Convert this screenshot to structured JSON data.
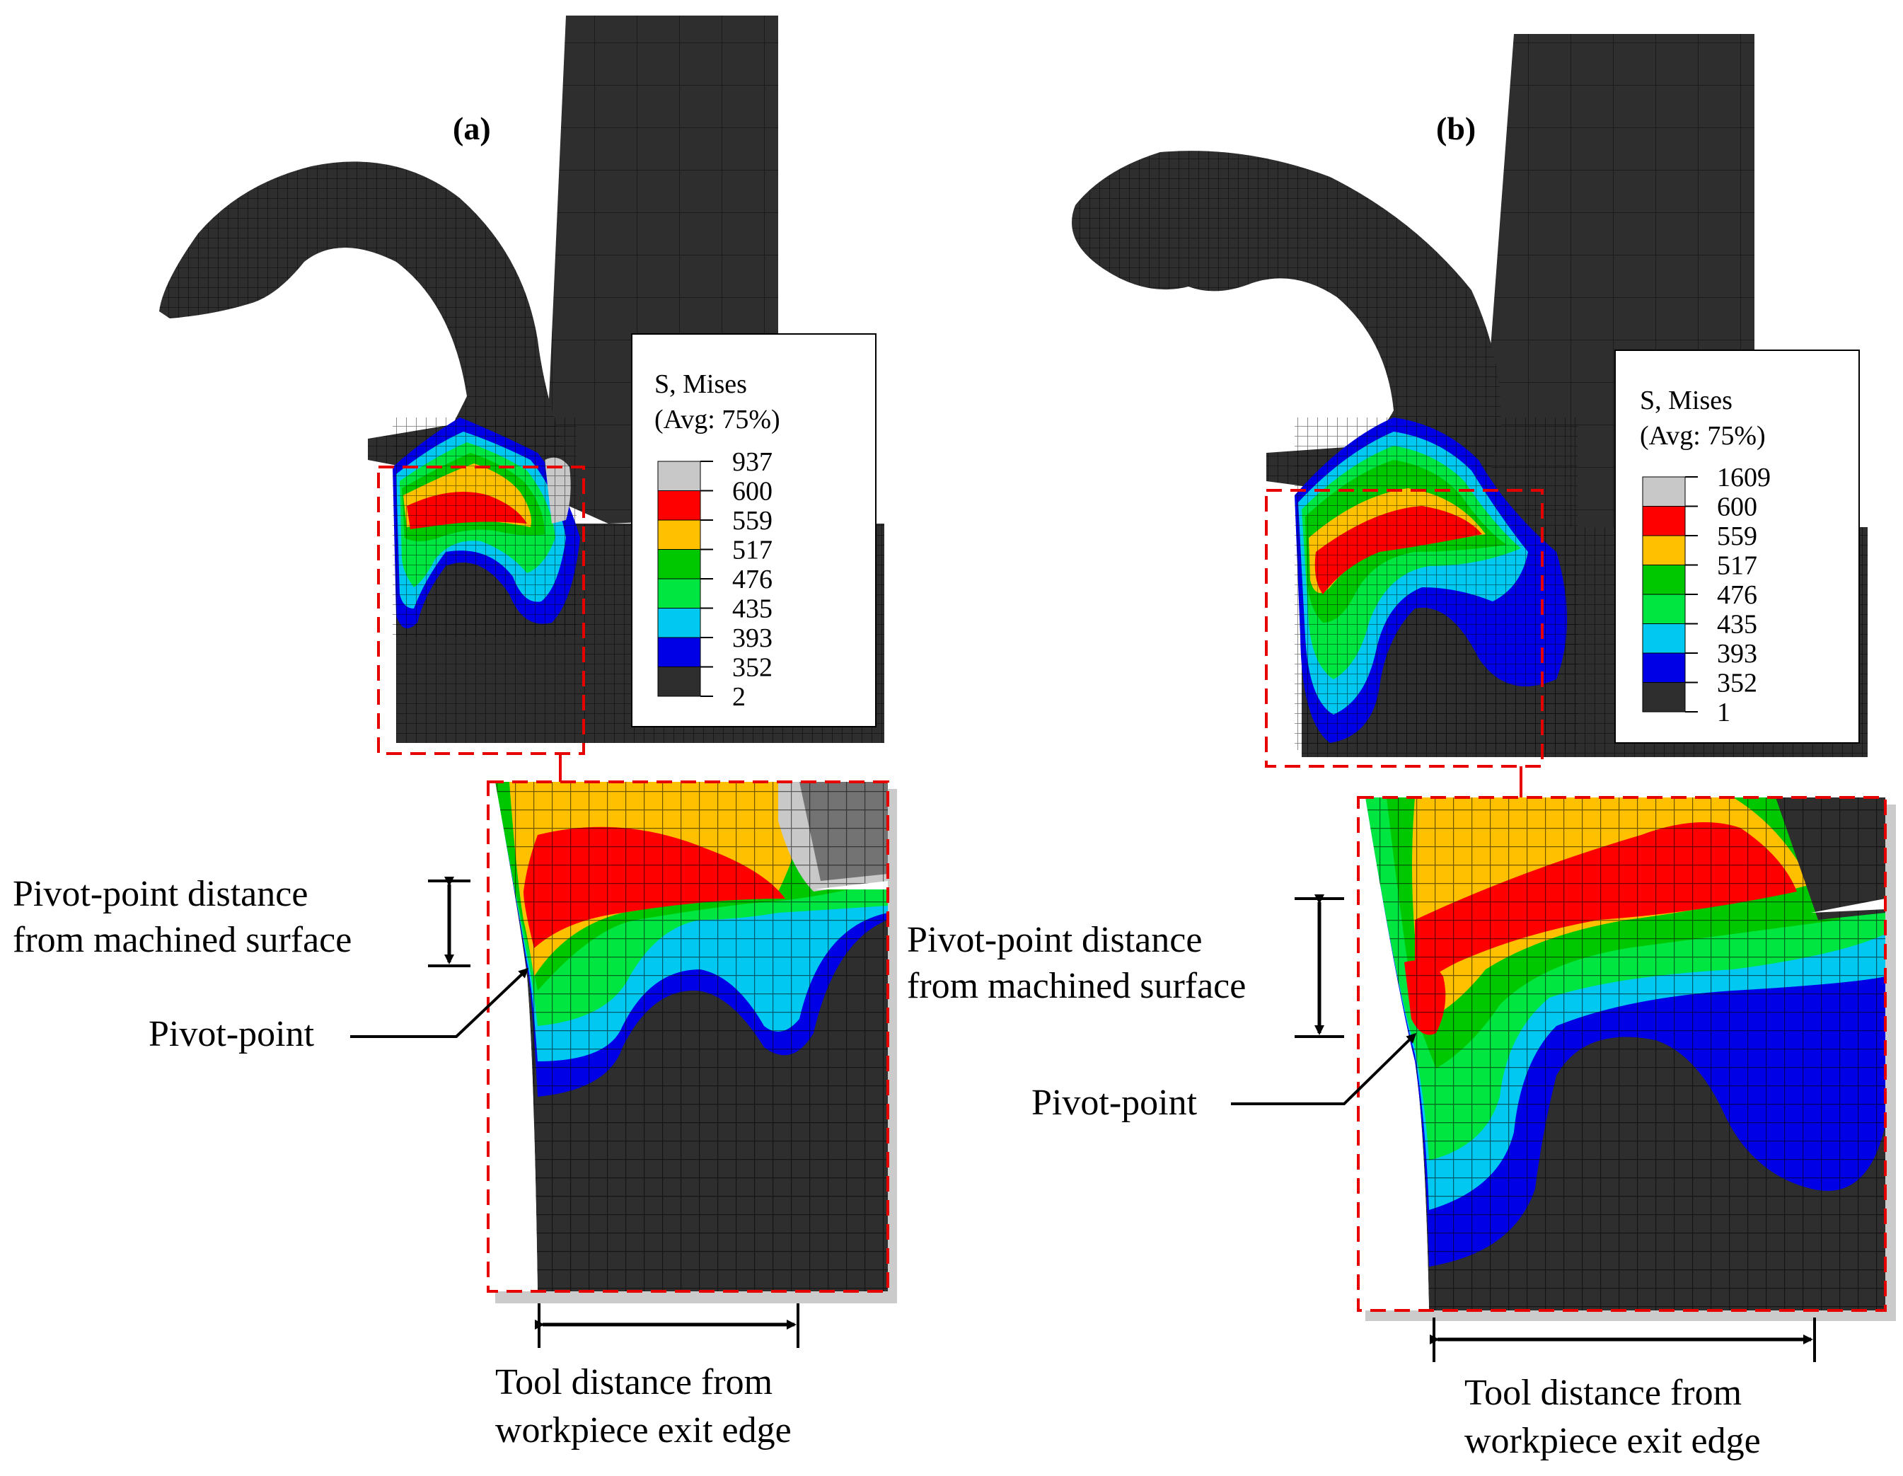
{
  "panels": [
    {
      "id": "a",
      "label": "(a)",
      "legend": {
        "title": "S, Mises",
        "subtitle": "(Avg: 75%)",
        "values": [
          "937",
          "600",
          "559",
          "517",
          "476",
          "435",
          "393",
          "352",
          "2"
        ]
      },
      "annotations": {
        "pivot_distance_line1": "Pivot-point distance",
        "pivot_distance_line2": "from machined surface",
        "pivot_point": "Pivot-point",
        "tool_distance_line1": "Tool distance from",
        "tool_distance_line2": "workpiece exit edge"
      }
    },
    {
      "id": "b",
      "label": "(b)",
      "legend": {
        "title": "S, Mises",
        "subtitle": "(Avg: 75%)",
        "values": [
          "1609",
          "600",
          "559",
          "517",
          "476",
          "435",
          "393",
          "352",
          "1"
        ]
      },
      "annotations": {
        "pivot_distance_line1": "Pivot-point distance",
        "pivot_distance_line2": "from machined surface",
        "pivot_point": "Pivot-point",
        "tool_distance_line1": "Tool distance from",
        "tool_distance_line2": "workpiece exit edge"
      }
    }
  ],
  "colors": {
    "band_colors": [
      "#c8c8c8",
      "#ff0000",
      "#ffc000",
      "#00c800",
      "#00e640",
      "#00c8f0",
      "#0000e6",
      "#2e2e2e"
    ],
    "mesh_dark": "#2e2e2e",
    "zoom_box": "#e60000",
    "shadow_box": "#a8a8a8"
  }
}
